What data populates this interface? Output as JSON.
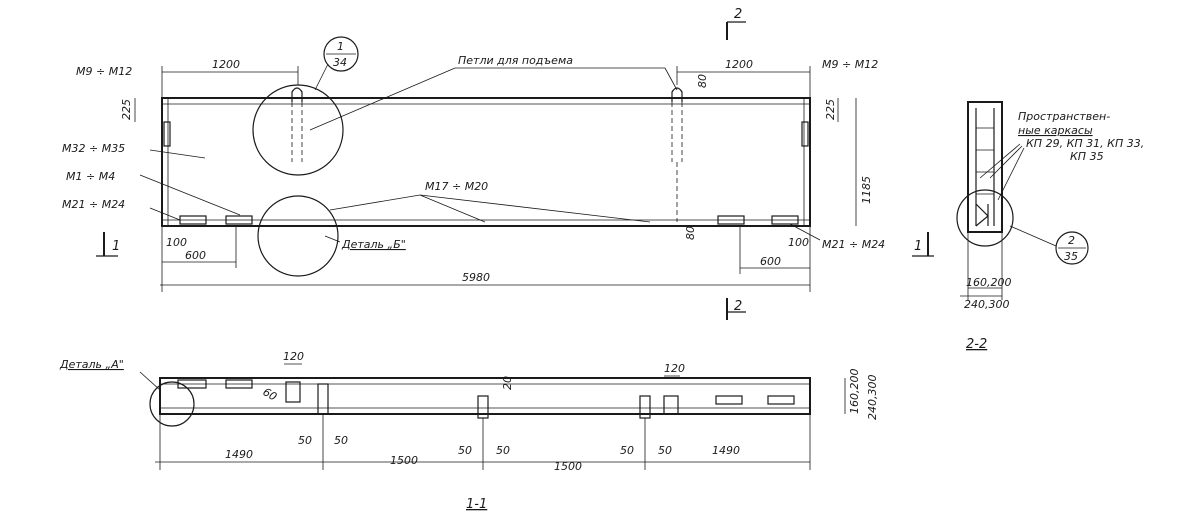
{
  "elevation": {
    "lbl_m9_m12_left": "М9 ÷ М12",
    "lbl_m9_m12_right": "М9 ÷ М12",
    "lbl_m32_m35": "М32 ÷ М35",
    "lbl_m1_m4": "М1 ÷ М4",
    "lbl_m21_m24_left": "М21 ÷ М24",
    "lbl_m21_m24_right": "М21 ÷ М24",
    "lbl_m17_m20": "М17 ÷ М20",
    "lbl_loops": "Петли для подъема",
    "lbl_detail_b": "Деталь „Б\"",
    "dim_1200_left": "1200",
    "dim_1200_right": "1200",
    "dim_225_left": "225",
    "dim_225_right": "225",
    "dim_80_top": "80",
    "dim_80_bottom": "80",
    "dim_1185": "1185",
    "dim_100_left": "100",
    "dim_100_right": "100",
    "dim_600_left": "600",
    "dim_600_right": "600",
    "dim_5980": "5980",
    "callout_top": "1",
    "callout_bottom": "34",
    "cut_1_left": "1",
    "cut_1_right": "1",
    "cut_2_top": "2",
    "cut_2_bottom": "2"
  },
  "section22": {
    "lbl_frames_1": "Пространствен-",
    "lbl_frames_2": "ные каркасы",
    "lbl_frames_3": "КП 29, КП 31, КП 33,",
    "lbl_frames_4": "КП 35",
    "callout_top": "2",
    "callout_bottom": "35",
    "dim_160_200": "160,200",
    "dim_240_300": "240,300",
    "title": "2-2"
  },
  "section11": {
    "lbl_detail_a": "Деталь „А\"",
    "dim_120_left": "120",
    "dim_120_right": "120",
    "dim_20": "20",
    "dim_60": "60",
    "dim_1490_left": "1490",
    "dim_1500_mid": "1500",
    "dim_1500_right": "1500",
    "dim_1490_right": "1490",
    "dim_50_a": "50",
    "dim_50_b": "50",
    "dim_50_c": "50",
    "dim_50_d": "50",
    "dim_50_e": "50",
    "dim_50_f": "50",
    "dim_160_200": "160,200",
    "dim_240_300": "240,300",
    "title": "1-1"
  }
}
